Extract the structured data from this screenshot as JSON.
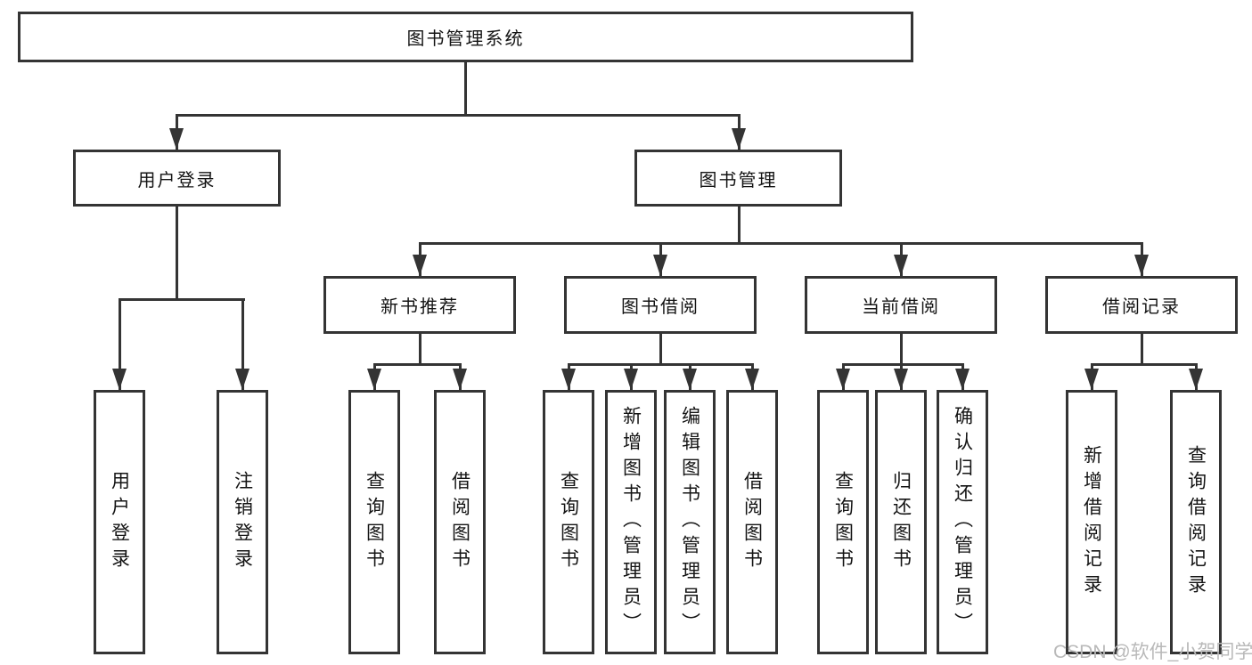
{
  "diagram": {
    "root": {
      "label": "图书管理系统",
      "children": [
        {
          "label": "用户登录",
          "children": [
            {
              "label": "用户登录"
            },
            {
              "label": "注销登录"
            }
          ]
        },
        {
          "label": "图书管理",
          "children": [
            {
              "label": "新书推荐",
              "children": [
                {
                  "label": "查询图书"
                },
                {
                  "label": "借阅图书"
                }
              ]
            },
            {
              "label": "图书借阅",
              "children": [
                {
                  "label": "查询图书"
                },
                {
                  "label": "新增图书（管理员）"
                },
                {
                  "label": "编辑图书（管理员）"
                },
                {
                  "label": "借阅图书"
                }
              ]
            },
            {
              "label": "当前借阅",
              "children": [
                {
                  "label": "查询图书"
                },
                {
                  "label": "归还图书"
                },
                {
                  "label": "确认归还（管理员）"
                }
              ]
            },
            {
              "label": "借阅记录",
              "children": [
                {
                  "label": "新增借阅记录"
                },
                {
                  "label": "查询借阅记录"
                }
              ]
            }
          ]
        }
      ]
    }
  },
  "watermark": {
    "text": "CSDN @软件_小贺同学",
    "color": "#b9b9b9"
  },
  "colors": {
    "line": "#343434",
    "text": "#141414",
    "background": "#ffffff"
  }
}
